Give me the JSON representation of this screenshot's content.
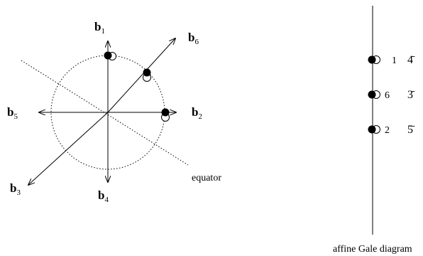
{
  "vectors": [
    {
      "base": "b",
      "sub": "1"
    },
    {
      "base": "b",
      "sub": "6"
    },
    {
      "base": "b",
      "sub": "5"
    },
    {
      "base": "b",
      "sub": "2"
    },
    {
      "base": "b",
      "sub": "3"
    },
    {
      "base": "b",
      "sub": "4"
    }
  ],
  "equator_label": "equator",
  "gale": {
    "caption": "affine Gale diagram",
    "points": [
      {
        "index": "1",
        "complement": "4̄"
      },
      {
        "index": "6",
        "complement": "3̄"
      },
      {
        "index": "2",
        "complement": "5̄"
      }
    ]
  }
}
